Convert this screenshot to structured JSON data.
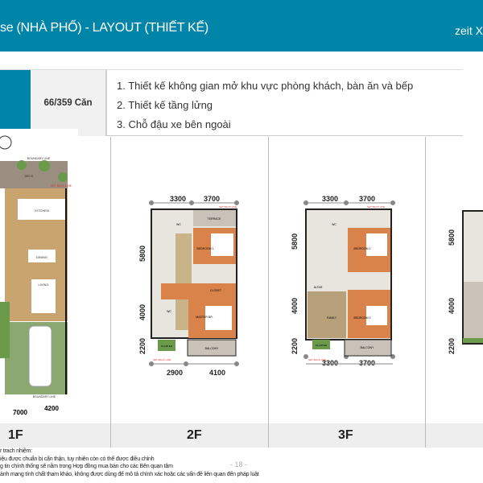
{
  "header": {
    "title": "se (NHÀ PHỐ) - LAYOUT (THIẾT KẾ)",
    "brand": "zeit X"
  },
  "summary": {
    "units": "66/359 Căn",
    "features": [
      "1. Thiết kế không gian mở khu vực phòng khách, bàn ăn và bếp",
      "2. Thiết kế tầng lửng",
      "3. Chỗ đậu xe bên ngoài"
    ]
  },
  "plans": {
    "f1": {
      "label": "1F",
      "rooms": [
        "BOUNDARY LINE",
        "DECK",
        "SET BACK LINE",
        "KITCHEN",
        "DINING",
        "LIVING",
        "BOUNDARY LINE"
      ],
      "dims": [
        "7000",
        "4200"
      ]
    },
    "f2": {
      "label": "2F",
      "top_dims": [
        "3300",
        "3700"
      ],
      "bottom_dims": [
        "2900",
        "4100"
      ],
      "side_dims": [
        "5800",
        "4000",
        "2200"
      ],
      "rooms": [
        "TERRACE",
        "BEDROOM 1",
        "WC",
        "CLOSET",
        "WC",
        "MASTER BR.",
        "PLANTER",
        "BALCONY",
        "SET BACK LINE",
        "SET BACK LINE"
      ]
    },
    "f3": {
      "label": "3F",
      "top_dims": [
        "3300",
        "3700"
      ],
      "bottom_dims": [
        "3300",
        "3700"
      ],
      "side_dims": [
        "5800",
        "4000",
        "2200"
      ],
      "rooms": [
        "WC",
        "BEDROOM 2",
        "ALTAR",
        "FAMILY",
        "BEDROOM 3",
        "PLANTER",
        "BALCONY",
        "SET BACK LINE",
        "SET BACK LINE"
      ]
    },
    "f4": {
      "side_dims": [
        "5800",
        "4000",
        "2200"
      ]
    }
  },
  "footer": {
    "lines": [
      "r trach nhiệm:",
      "iệu được chuẩn bị cẩn thận, tuy nhiên còn có thể được điều chỉnh",
      "g tin chính thống sẽ nằm trong Hợp đồng mua bán cho các Bên quan tâm",
      "ảnh mang tính chất tham khảo, không được dùng để mô tả chính xác hoặc các vấn đề liên quan đến pháp luật"
    ],
    "page": "- 18 -"
  },
  "colors": {
    "brand": "#0085a8",
    "wood": "#c9a46e",
    "floor": "#d9824a"
  }
}
